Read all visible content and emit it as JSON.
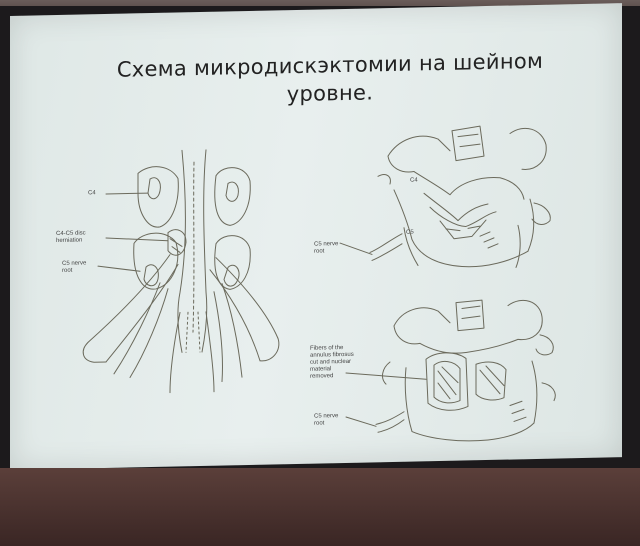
{
  "slide": {
    "title_line1": "Схема микродискэктомии на   шейном",
    "title_line2": "уровне."
  },
  "figure_left": {
    "label_c4": "C4",
    "label_disc_line1": "C4-C5 disc",
    "label_disc_line2": "herniation",
    "label_root_line1": "C5 nerve",
    "label_root_line2": "root"
  },
  "figure_top_right": {
    "label_c4": "C4",
    "label_c5": "C5",
    "label_root_line1": "C5 nerve",
    "label_root_line2": "root"
  },
  "figure_bottom_right": {
    "label_fibers_line1": "Fibers of the",
    "label_fibers_line2": "annulus fibrosus",
    "label_fibers_line3": "cut and nuclear",
    "label_fibers_line4": "material",
    "label_fibers_line5": "removed",
    "label_root_line1": "C5 nerve",
    "label_root_line2": "root"
  }
}
